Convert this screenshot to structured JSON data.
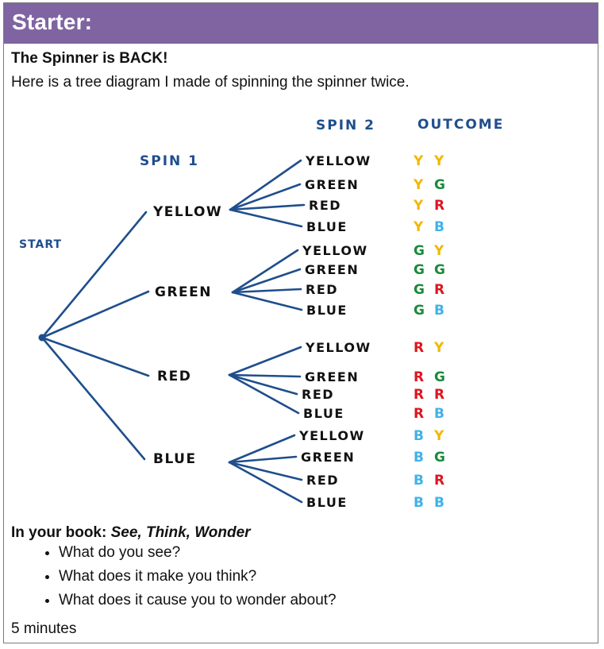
{
  "header": {
    "title": "Starter:"
  },
  "intro": {
    "title": "The Spinner is BACK!",
    "text": "Here is a tree diagram I made of spinning the spinner twice."
  },
  "colors": {
    "header_bg": "#8064a2",
    "branch": "#1f4e8c",
    "label_blue": "#1f4e8c",
    "yellow": "#f2b705",
    "green": "#1a8a3a",
    "red": "#e0141e",
    "blue": "#3fb2e8"
  },
  "tree": {
    "spin1_header": "SPIN 1",
    "spin2_header": "SPIN 2",
    "outcome_header": "OUTCOME",
    "start_label": "START",
    "spin1": [
      "YELLOW",
      "GREEN",
      "RED",
      "BLUE"
    ],
    "spin2": [
      "YELLOW",
      "GREEN",
      "RED",
      "BLUE"
    ],
    "outcomes": [
      [
        "Y",
        "Y"
      ],
      [
        "Y",
        "G"
      ],
      [
        "Y",
        "R"
      ],
      [
        "Y",
        "B"
      ],
      [
        "G",
        "Y"
      ],
      [
        "G",
        "G"
      ],
      [
        "G",
        "R"
      ],
      [
        "G",
        "B"
      ],
      [
        "R",
        "Y"
      ],
      [
        "R",
        "G"
      ],
      [
        "R",
        "R"
      ],
      [
        "R",
        "B"
      ],
      [
        "B",
        "Y"
      ],
      [
        "B",
        "G"
      ],
      [
        "B",
        "R"
      ],
      [
        "B",
        "B"
      ]
    ]
  },
  "task": {
    "lead": "In your book:",
    "title": "See, Think, Wonder",
    "prompts": [
      "What do you see?",
      "What does it make you think?",
      "What does it cause you to wonder about?"
    ],
    "time": "5 minutes"
  }
}
